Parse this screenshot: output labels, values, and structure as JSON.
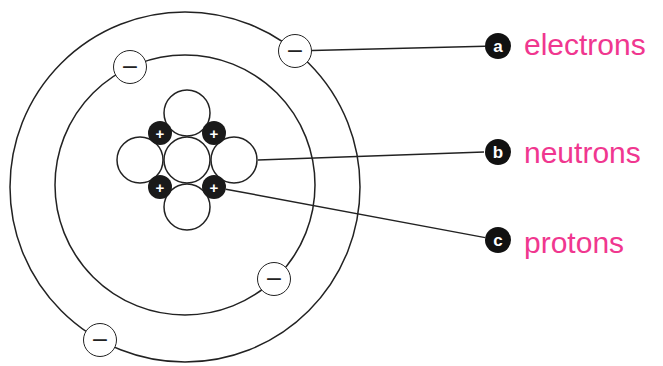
{
  "diagram": {
    "nodes": [
      {
        "text": [
          "−"
        ]
      },
      {
        "text": [
          "a"
        ]
      },
      {
        "text": [
          "−"
        ]
      },
      {
        "text": [
          "+"
        ]
      },
      {
        "text": [
          "+"
        ]
      },
      {
        "text": [
          "b"
        ]
      },
      {
        "text": [
          "+"
        ]
      },
      {
        "text": [
          "+"
        ]
      },
      {
        "text": [
          "c"
        ]
      },
      {
        "text": [
          "−"
        ]
      },
      {
        "text": [
          "−"
        ]
      }
    ],
    "edges": [
      {
        "from": 0,
        "to": 1,
        "arrow": "none"
      },
      {
        "from": 7,
        "to": 8,
        "arrow": "none"
      }
    ],
    "labels": [
      "electrons",
      "neutrons",
      "protons"
    ]
  }
}
